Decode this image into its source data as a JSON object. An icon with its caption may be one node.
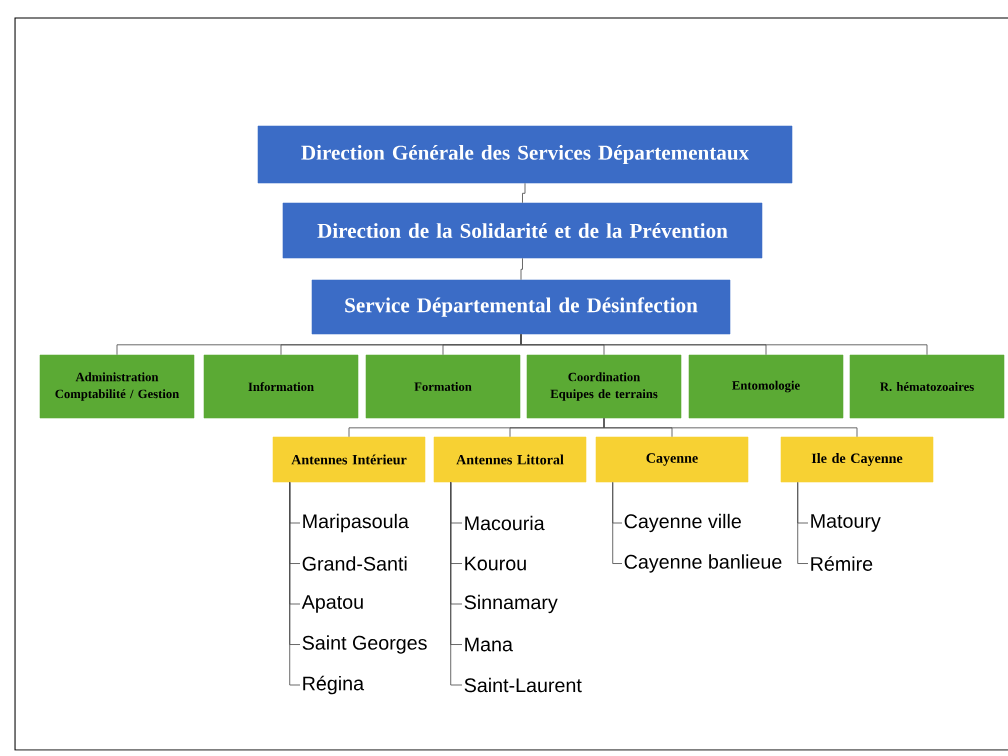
{
  "diagram": {
    "nodes": [
      {
        "text": [
          "Direction Générale des Services Départementaux"
        ]
      },
      {
        "text": [
          "Direction de la Solidarité et de la Prévention"
        ]
      },
      {
        "text": [
          "Service Départemental de Désinfection"
        ]
      },
      {
        "text": [
          "Administration Comptabilité / Gestion"
        ]
      },
      {
        "text": [
          "Information"
        ]
      },
      {
        "text": [
          "Formation"
        ]
      },
      {
        "text": [
          "Coordination Equipes de terrains"
        ]
      },
      {
        "text": [
          "Entomologie"
        ]
      },
      {
        "text": [
          "R. hématozoaires"
        ]
      },
      {
        "text": [
          "Antennes Intérieur"
        ]
      },
      {
        "text": [
          "Antennes Littoral"
        ]
      },
      {
        "text": [
          "Cayenne"
        ]
      },
      {
        "text": [
          "Ile de Cayenne"
        ]
      },
      {
        "text": [
          "Maripasoula"
        ]
      },
      {
        "text": [
          "Grand-Santi"
        ]
      },
      {
        "text": [
          "Apatou"
        ]
      },
      {
        "text": [
          "Saint Georges"
        ]
      },
      {
        "text": [
          "Régina"
        ]
      },
      {
        "text": [
          "Macouria"
        ]
      },
      {
        "text": [
          "Kourou"
        ]
      },
      {
        "text": [
          "Sinnamary"
        ]
      },
      {
        "text": [
          "Mana"
        ]
      },
      {
        "text": [
          "Saint-Laurent"
        ]
      },
      {
        "text": [
          "Cayenne ville"
        ]
      },
      {
        "text": [
          "Cayenne banlieue"
        ]
      },
      {
        "text": [
          "Matoury"
        ]
      },
      {
        "text": [
          "Rémire"
        ]
      }
    ],
    "edges": [
      {
        "from": 0,
        "to": 1,
        "arrow": "none"
      },
      {
        "from": 1,
        "to": 2,
        "arrow": "none"
      },
      {
        "from": 2,
        "to": 3,
        "arrow": "none"
      },
      {
        "from": 2,
        "to": 4,
        "arrow": "none"
      },
      {
        "from": 2,
        "to": 5,
        "arrow": "none"
      },
      {
        "from": 2,
        "to": 6,
        "arrow": "none"
      },
      {
        "from": 2,
        "to": 7,
        "arrow": "none"
      },
      {
        "from": 2,
        "to": 8,
        "arrow": "none"
      },
      {
        "from": 6,
        "to": 9,
        "arrow": "none"
      },
      {
        "from": 6,
        "to": 10,
        "arrow": "none"
      },
      {
        "from": 6,
        "to": 11,
        "arrow": "none"
      },
      {
        "from": 6,
        "to": 12,
        "arrow": "none"
      },
      {
        "from": 9,
        "to": 13,
        "arrow": "none"
      },
      {
        "from": 9,
        "to": 14,
        "arrow": "none"
      },
      {
        "from": 9,
        "to": 15,
        "arrow": "none"
      },
      {
        "from": 9,
        "to": 16,
        "arrow": "none"
      },
      {
        "from": 9,
        "to": 17,
        "arrow": "none"
      },
      {
        "from": 10,
        "to": 18,
        "arrow": "none"
      },
      {
        "from": 10,
        "to": 19,
        "arrow": "none"
      },
      {
        "from": 10,
        "to": 20,
        "arrow": "none"
      },
      {
        "from": 10,
        "to": 21,
        "arrow": "none"
      },
      {
        "from": 10,
        "to": 22,
        "arrow": "none"
      },
      {
        "from": 11,
        "to": 23,
        "arrow": "none"
      },
      {
        "from": 11,
        "to": 24,
        "arrow": "none"
      },
      {
        "from": 12,
        "to": 25,
        "arrow": "none"
      },
      {
        "from": 12,
        "to": 26,
        "arrow": "none"
      }
    ]
  }
}
